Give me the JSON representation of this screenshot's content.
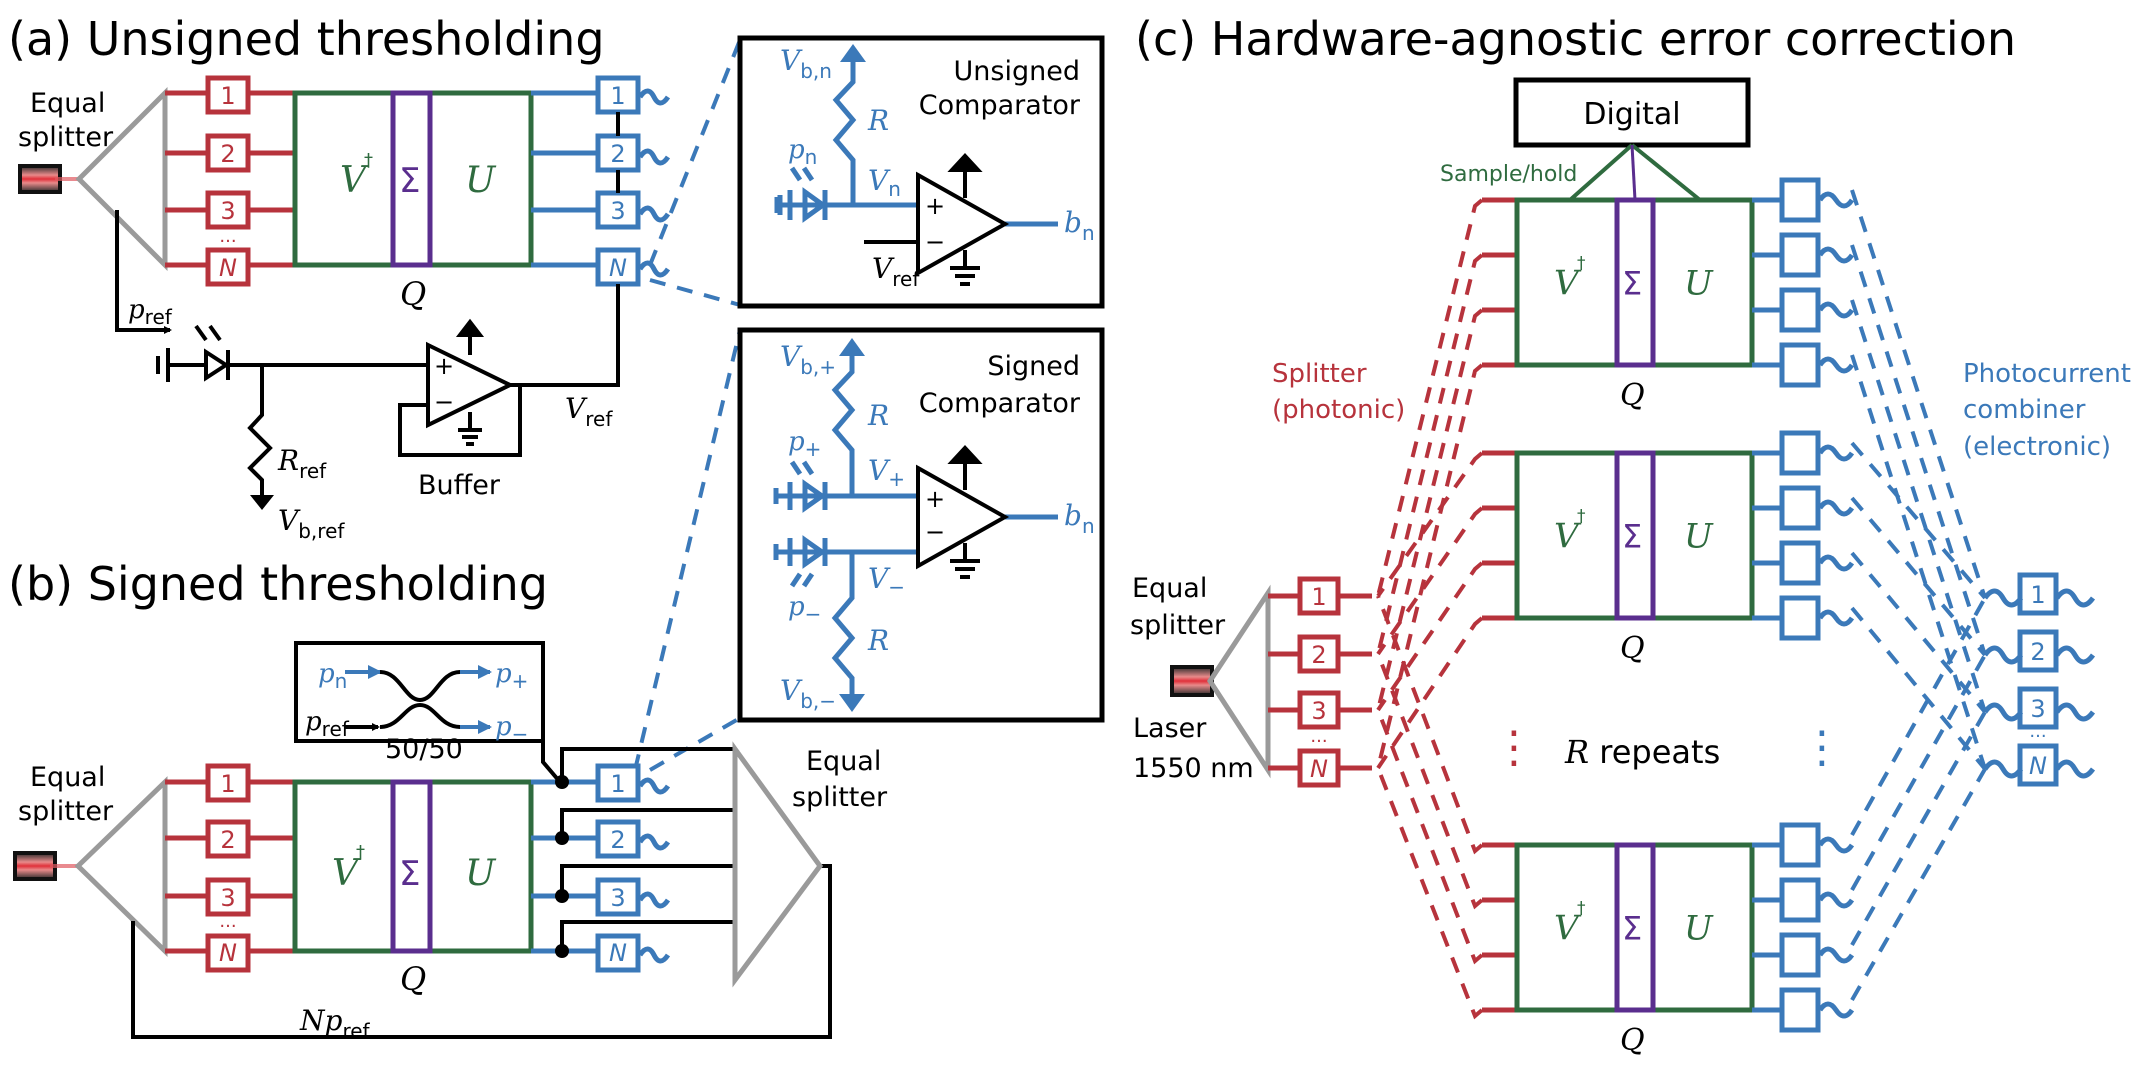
{
  "colors": {
    "photonic_red": "#b7333c",
    "electronic_blue": "#3b79b9",
    "mesh_green": "#2f6b3f",
    "sigma_purple": "#5a2e8e",
    "splitter_gray": "#9a9a9a",
    "black": "#000000"
  },
  "panel_a": {
    "title": "(a)  Unsigned thresholding",
    "splitter_label_1": "Equal",
    "splitter_label_2": "splitter",
    "input_ports": [
      "1",
      "2",
      "3",
      "N"
    ],
    "output_ports": [
      "1",
      "2",
      "3",
      "N"
    ],
    "ellipsis": "···",
    "v_dagger": "V",
    "dagger": "†",
    "sigma": "Σ",
    "u": "U",
    "q": "Q",
    "p_ref": "p",
    "ref_sub": "ref",
    "r_ref": "R",
    "v_b_ref": "V",
    "b_ref_sub": "b,ref",
    "v_ref": "V",
    "buffer": "Buffer",
    "plus": "+",
    "minus": "−"
  },
  "unsigned_comparator": {
    "title_1": "Unsigned",
    "title_2": "Comparator",
    "v_bn": "V",
    "bn_sub": "b,n",
    "r": "R",
    "p_n": "p",
    "n_sub": "n",
    "v_n": "V",
    "v_ref": "V",
    "ref_sub": "ref",
    "b_n": "b",
    "plus": "+",
    "minus": "−"
  },
  "signed_comparator": {
    "title_1": "Signed",
    "title_2": "Comparator",
    "v_b_plus": "V",
    "b_plus_sub": "b,+",
    "v_b_minus": "V",
    "b_minus_sub": "b,−",
    "r": "R",
    "p_plus": "p",
    "plus_sub": "+",
    "p_minus": "p",
    "minus_sub": "−",
    "v_plus": "V",
    "v_minus": "V",
    "b_n": "b",
    "n_sub": "n",
    "plus": "+",
    "minus": "−"
  },
  "panel_b": {
    "title": "(b)  Signed thresholding",
    "splitter_label_1": "Equal",
    "splitter_label_2": "splitter",
    "right_splitter_1": "Equal",
    "right_splitter_2": "splitter",
    "input_ports": [
      "1",
      "2",
      "3",
      "N"
    ],
    "output_ports": [
      "1",
      "2",
      "3",
      "N"
    ],
    "ellipsis": "···",
    "v_dagger": "V",
    "dagger": "†",
    "sigma": "Σ",
    "u": "U",
    "q": "Q",
    "coupler": {
      "p_n": "p",
      "n_sub": "n",
      "p_ref": "p",
      "ref_sub": "ref",
      "p_plus": "p",
      "plus_sub": "+",
      "p_minus": "p",
      "minus_sub": "−",
      "ratio": "50/50"
    },
    "n_p_ref": "Np",
    "n_p_ref_sub": "ref"
  },
  "panel_c": {
    "title": "(c)  Hardware-agnostic error correction",
    "digital": "Digital",
    "sample_hold": "Sample/hold",
    "splitter_photonic_1": "Splitter",
    "splitter_photonic_2": "(photonic)",
    "combiner_1": "Photocurrent",
    "combiner_2": "combiner",
    "combiner_3": "(electronic)",
    "equal_1": "Equal",
    "equal_2": "splitter",
    "laser_1": "Laser",
    "laser_2": "1550 nm",
    "input_ports": [
      "1",
      "2",
      "3",
      "N"
    ],
    "output_ports": [
      "1",
      "2",
      "3",
      "N"
    ],
    "ellipsis": "···",
    "v_dagger": "V",
    "dagger": "†",
    "sigma": "Σ",
    "u": "U",
    "q": "Q",
    "repeats_r": "R",
    "repeats_text": " repeats",
    "vdots": "⋮"
  }
}
